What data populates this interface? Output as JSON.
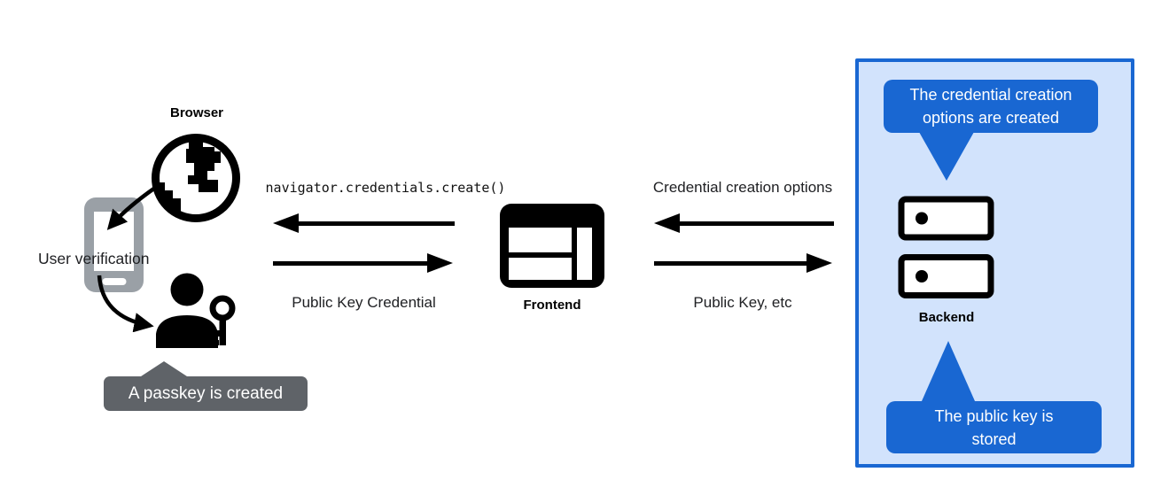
{
  "diagram": {
    "title_semantics": "Passkey registration flow",
    "browser": {
      "label": "Browser"
    },
    "authenticator": {
      "user_verification_label": "User verification",
      "passkey_tooltip": "A passkey is created"
    },
    "frontend": {
      "label": "Frontend"
    },
    "backend": {
      "label": "Backend",
      "callout_top_line1": "The credential creation",
      "callout_top_line2": "options are created",
      "callout_bottom_line1": "The public key is",
      "callout_bottom_line2": "stored"
    },
    "messages": {
      "create_call": "navigator.credentials.create()",
      "public_key_credential": "Public Key Credential",
      "credential_creation_options": "Credential creation options",
      "public_key_etc": "Public Key, etc"
    },
    "colors": {
      "accent_blue": "#1967d2",
      "panel_fill_blue": "#d2e3fc",
      "tooltip_gray": "#5f6368",
      "phone_gray": "#9aa0a6",
      "arrow_black": "#000000"
    }
  }
}
